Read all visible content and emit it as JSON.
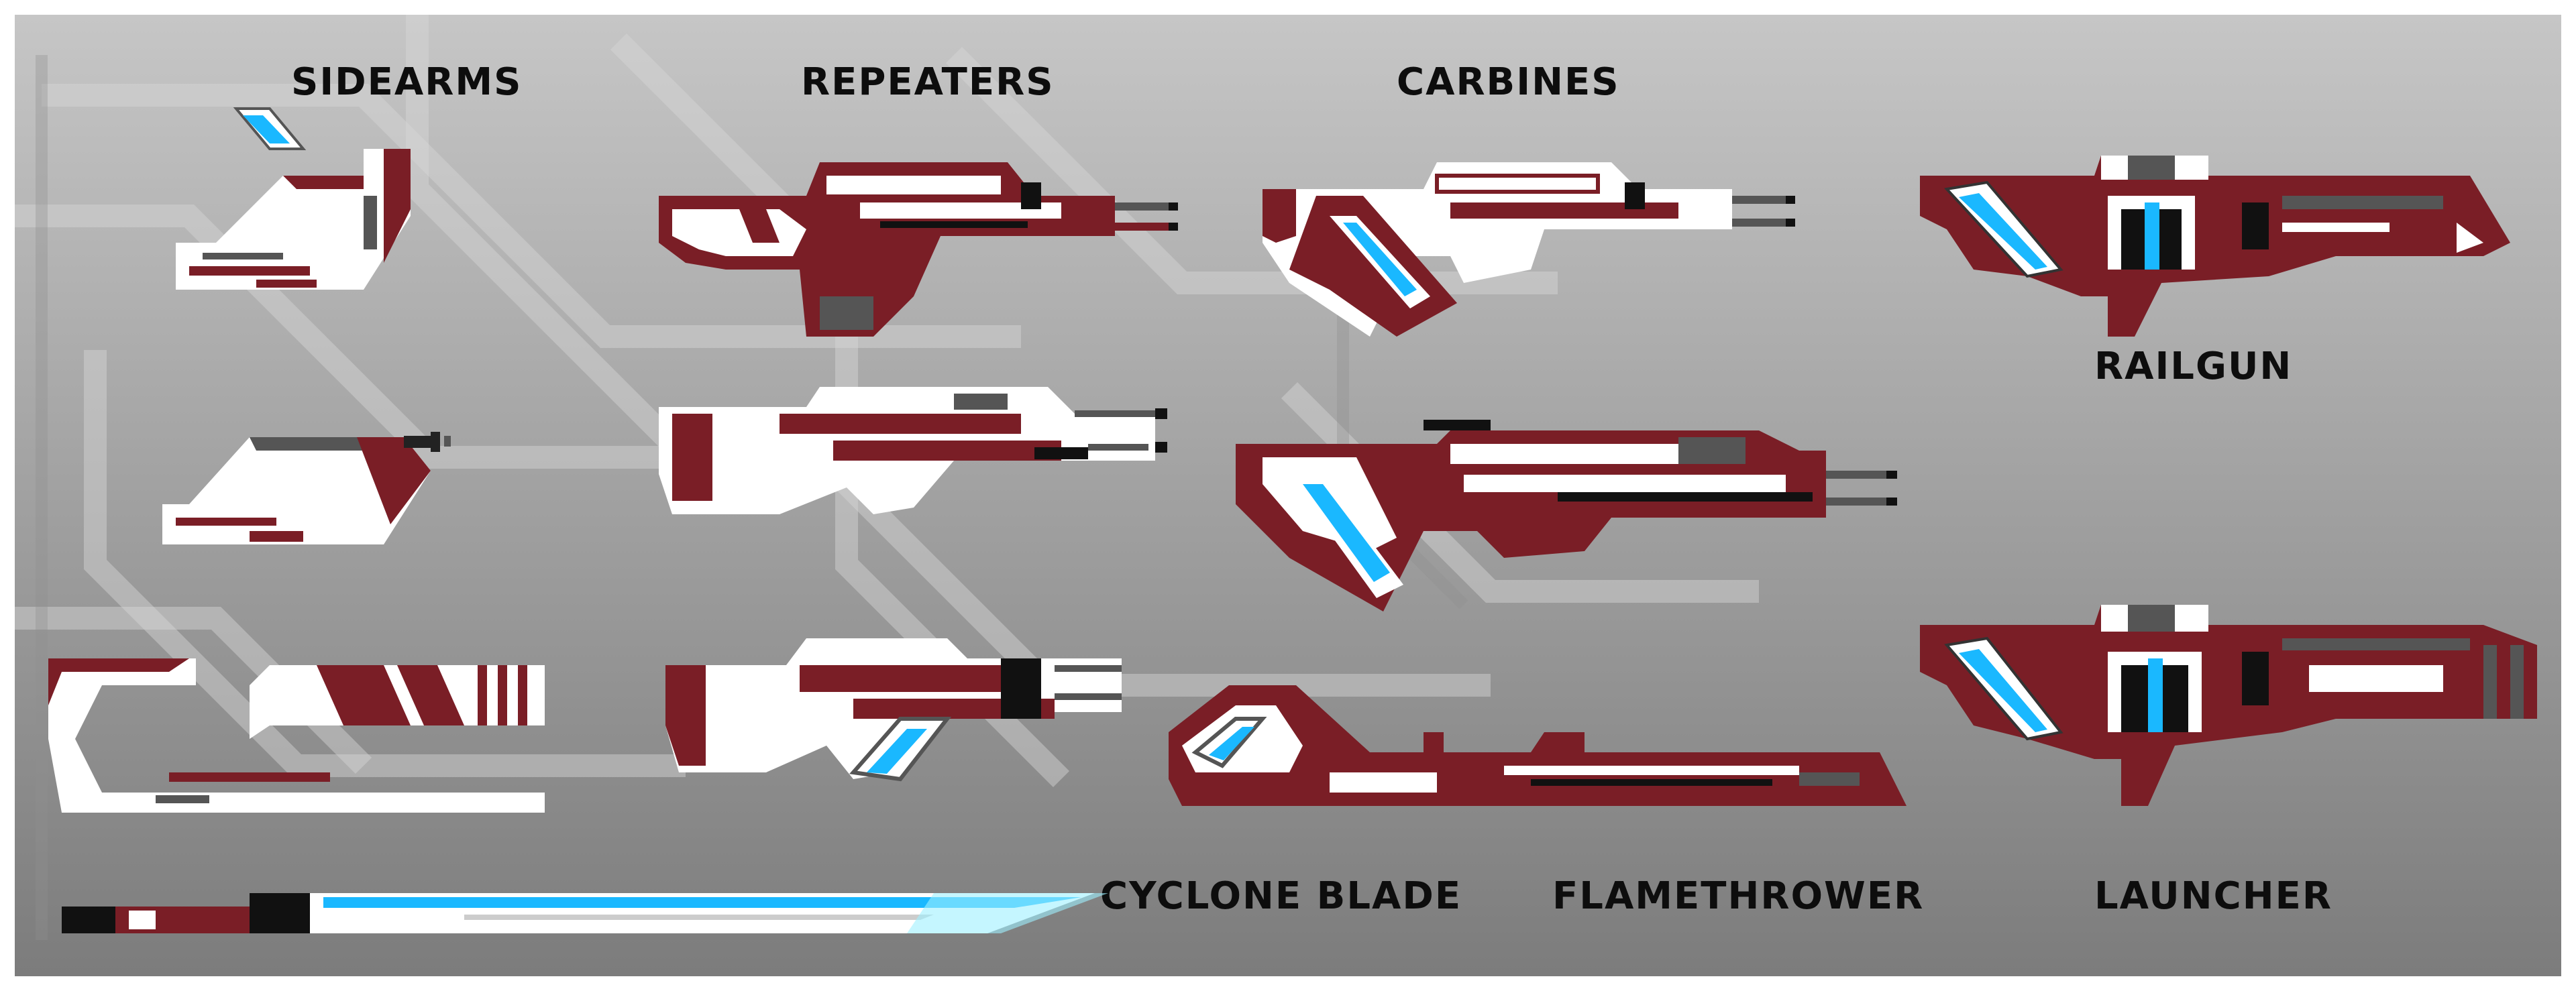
{
  "sheet": {
    "labels": {
      "sidearms": "SIDEARMS",
      "repeaters": "REPEATERS",
      "carbines": "CARBINES",
      "railgun": "RAILGUN",
      "cyclone_blade": "CYCLONE BLADE",
      "flamethrower": "FLAMETHROWER",
      "launcher": "LAUNCHER"
    }
  },
  "palette": {
    "background_light": "#c4c4c4",
    "background_dark": "#7a7a7a",
    "panel_line": "#d6d6d6",
    "weapon_red": "#7a1e26",
    "weapon_white": "#ffffff",
    "weapon_black": "#111111",
    "weapon_grey": "#555555",
    "energy_cyan": "#1ab8ff",
    "label_text": "#0d0d0d"
  }
}
